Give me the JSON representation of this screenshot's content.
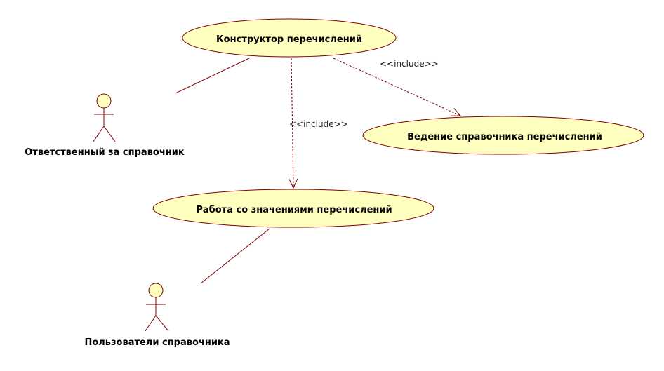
{
  "colors": {
    "stroke": "#800000",
    "fill": "#ffffc0",
    "text": "#000000"
  },
  "use_cases": {
    "constructor": "Конструктор перечислений",
    "catalog": "Ведение справочника перечислений",
    "values": "Работа со значениями перечислений"
  },
  "actors": {
    "owner": "Ответственный за справочник",
    "users": "Пользователи справочника"
  },
  "relations": {
    "include_to_catalog": "<<include>>",
    "include_to_values": "<<include>>"
  }
}
